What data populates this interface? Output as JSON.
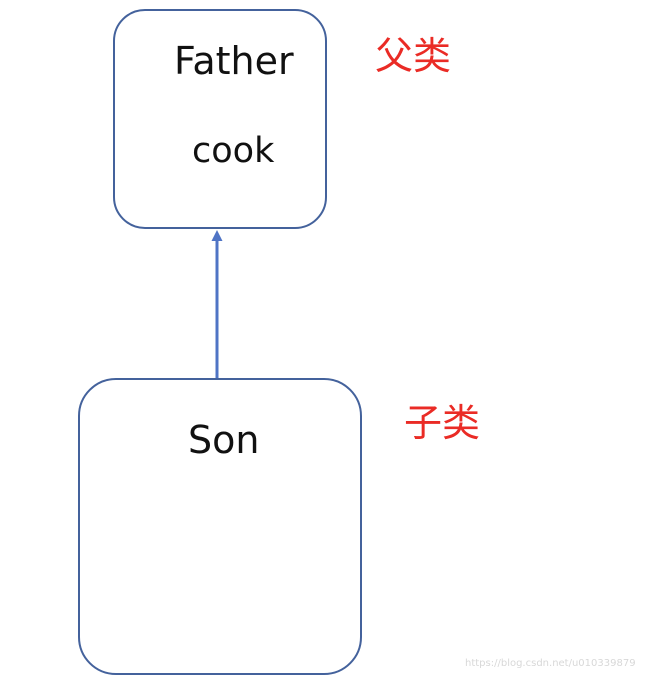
{
  "diagram": {
    "father": {
      "title": "Father",
      "method": "cook",
      "label": "父类"
    },
    "son": {
      "title": "Son",
      "label": "子类"
    },
    "watermark": "https://blog.csdn.net/u010339879"
  },
  "colors": {
    "box_border": "#44629c",
    "arrow": "#4f74c5",
    "chinese_label": "#ea2b25",
    "text": "#111111",
    "watermark": "#d8d8d8"
  }
}
